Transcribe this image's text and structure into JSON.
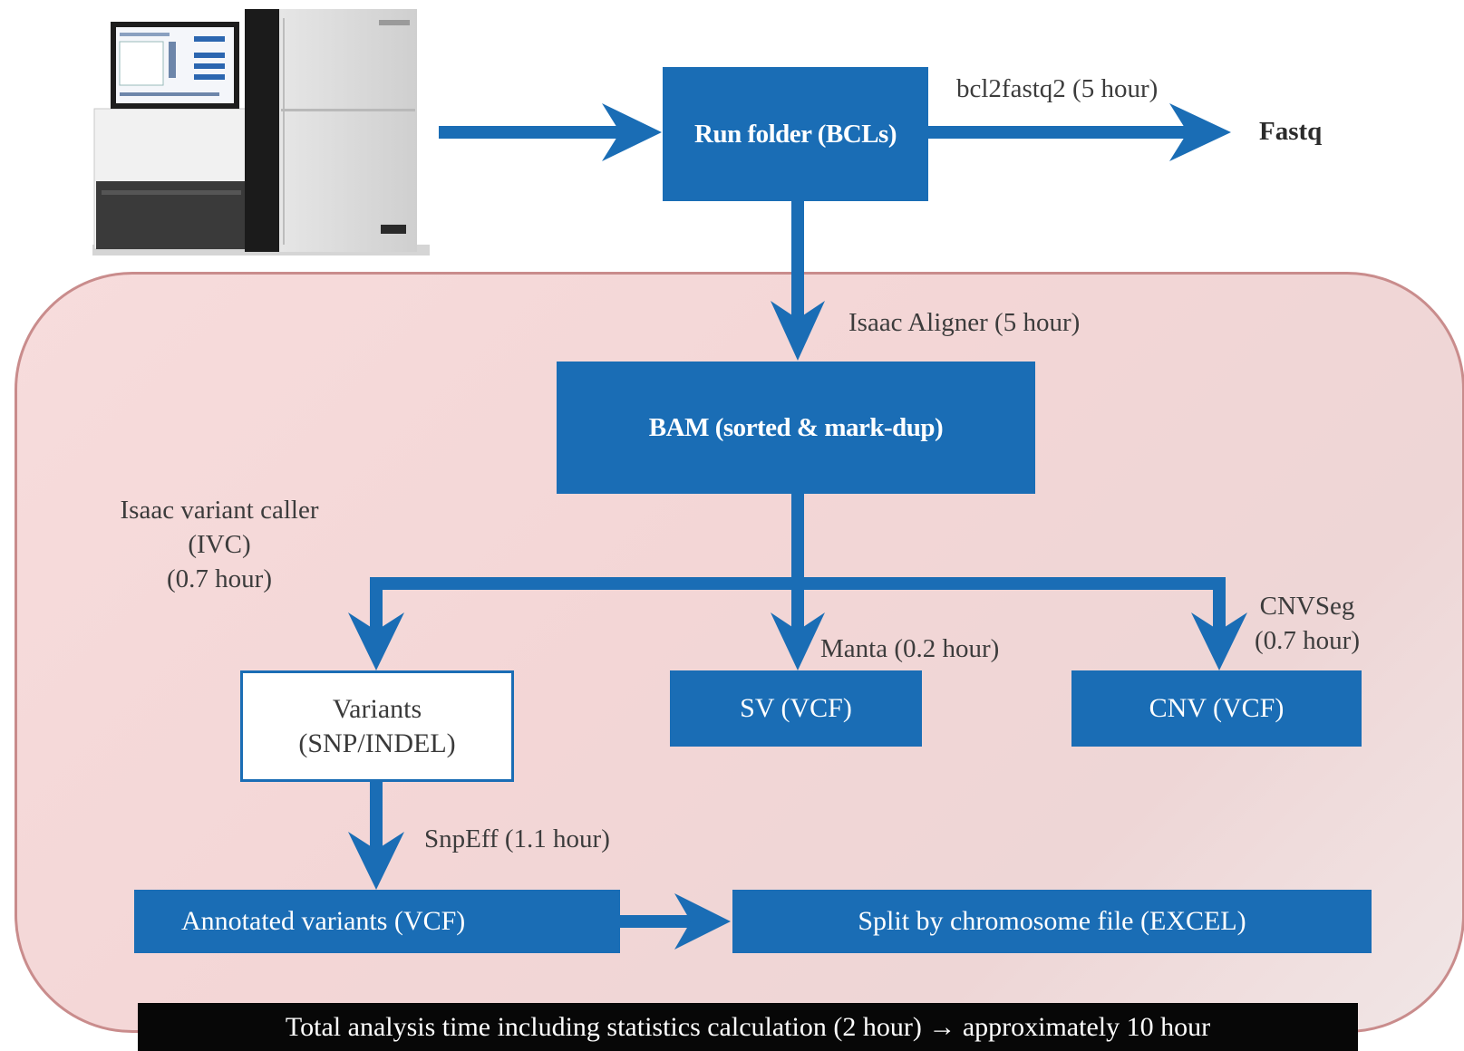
{
  "nodes": {
    "run_folder": "Run folder (BCLs)",
    "fastq": "Fastq",
    "bam": "BAM (sorted & mark-dup)",
    "variants_line1": "Variants",
    "variants_line2": "(SNP/INDEL)",
    "sv": "SV (VCF)",
    "cnv": "CNV (VCF)",
    "annotated": "Annotated variants (VCF)",
    "split": "Split by chromosome file (EXCEL)"
  },
  "edges": {
    "bcl2fastq": "bcl2fastq2 (5 hour)",
    "isaac_aligner": "Isaac Aligner (5 hour)",
    "ivc_line1": "Isaac variant caller",
    "ivc_line2": "(IVC)",
    "ivc_line3": "(0.7 hour)",
    "manta": "Manta (0.2 hour)",
    "cnvseg_line1": "CNVSeg",
    "cnvseg_line2": "(0.7 hour)",
    "snpeff": "SnpEff (1.1 hour)"
  },
  "footer": "Total analysis time including statistics calculation (2 hour) → approximately 10 hour",
  "colors": {
    "box_blue": "#1a6db5",
    "region_pink": "#f5d9d9",
    "footer_black": "#070707"
  },
  "icons": [
    "sequencer-machine-image"
  ]
}
